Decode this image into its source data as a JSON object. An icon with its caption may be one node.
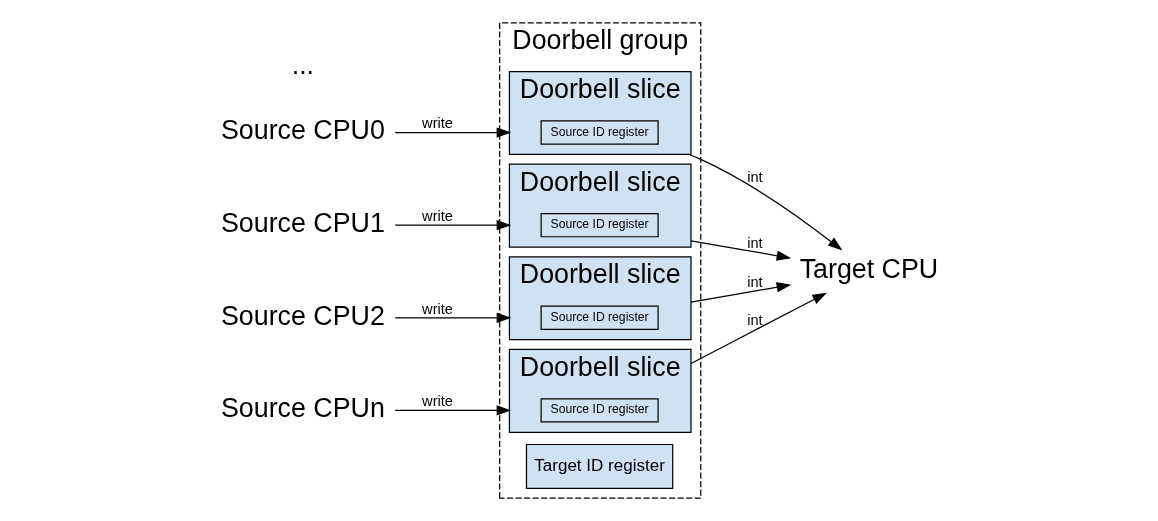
{
  "diagram": {
    "nodes": [
      {
        "text": [
          "Doorbell group"
        ]
      },
      {
        "text": [
          "Source CPU0"
        ]
      },
      {
        "text": [
          "Source CPU1"
        ]
      },
      {
        "text": [
          "Source CPU2"
        ]
      },
      {
        "text": [
          "Source CPUn"
        ]
      },
      {
        "text": [
          "Doorbell slice"
        ],
        "in": 0
      },
      {
        "text": [
          "Source ID register"
        ],
        "in": 5
      },
      {
        "text": [
          "Doorbell slice"
        ],
        "in": 0
      },
      {
        "text": [
          "Source ID register"
        ],
        "in": 7
      },
      {
        "text": [
          "Doorbell slice"
        ],
        "in": 0
      },
      {
        "text": [
          "Source ID register"
        ],
        "in": 9
      },
      {
        "text": [
          "Doorbell slice"
        ],
        "in": 0
      },
      {
        "text": [
          "Source ID register"
        ],
        "in": 11
      },
      {
        "text": [
          "Target ID register"
        ],
        "in": 0
      },
      {
        "text": [
          "Target CPU"
        ]
      }
    ],
    "edges": [
      {
        "from": 1,
        "to": 5,
        "arrow": "to",
        "label": "write"
      },
      {
        "from": 5,
        "to": 14,
        "arrow": "to",
        "label": "int"
      },
      {
        "from": 2,
        "to": 7,
        "arrow": "to",
        "label": "write"
      },
      {
        "from": 7,
        "to": 14,
        "arrow": "to",
        "label": "int"
      },
      {
        "from": 3,
        "to": 9,
        "arrow": "to",
        "label": "write"
      },
      {
        "from": 9,
        "to": 14,
        "arrow": "to",
        "label": "int"
      },
      {
        "from": 4,
        "to": 11,
        "arrow": "to",
        "label": "write"
      },
      {
        "from": 11,
        "to": 14,
        "arrow": "to",
        "label": "int"
      }
    ],
    "labels": [
      "..."
    ]
  }
}
